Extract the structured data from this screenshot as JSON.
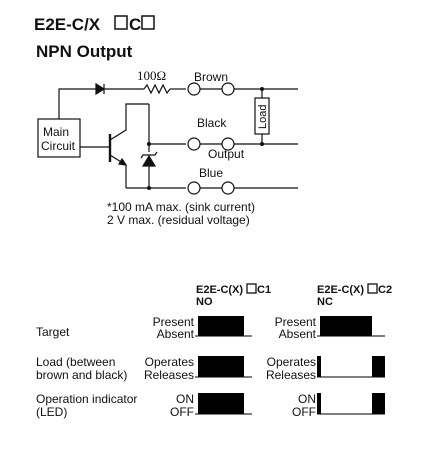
{
  "title": {
    "model_prefix": "E2E-C/X",
    "model_mid": "C",
    "subtitle": "NPN Output"
  },
  "circuit": {
    "resistor_label": "100Ω",
    "main_circuit_line1": "Main",
    "main_circuit_line2": "Circuit",
    "load_label": "Load",
    "wires": {
      "brown": "Brown",
      "black": "Black",
      "output": "Output",
      "blue": "Blue"
    },
    "notes": [
      "*100 mA max. (sink current)",
      "2 V max. (residual voltage)"
    ]
  },
  "timing": {
    "no_model_prefix": "E2E-C(X)",
    "no_model_suffix": "C1",
    "no_label": "NO",
    "nc_model_prefix": "E2E-C(X)",
    "nc_model_suffix": "C2",
    "nc_label": "NC",
    "rows": [
      {
        "name": "Target",
        "high": "Present",
        "low": "Absent"
      },
      {
        "name_line1": "Load (between",
        "name_line2": "brown and black)",
        "high": "Operates",
        "low": "Releases"
      },
      {
        "name_line1": "Operation indicator",
        "name_line2": "(LED)",
        "high": "ON",
        "low": "OFF"
      }
    ]
  },
  "colors": {
    "ink": "#111111",
    "fill": "#000000",
    "background": "#ffffff"
  }
}
